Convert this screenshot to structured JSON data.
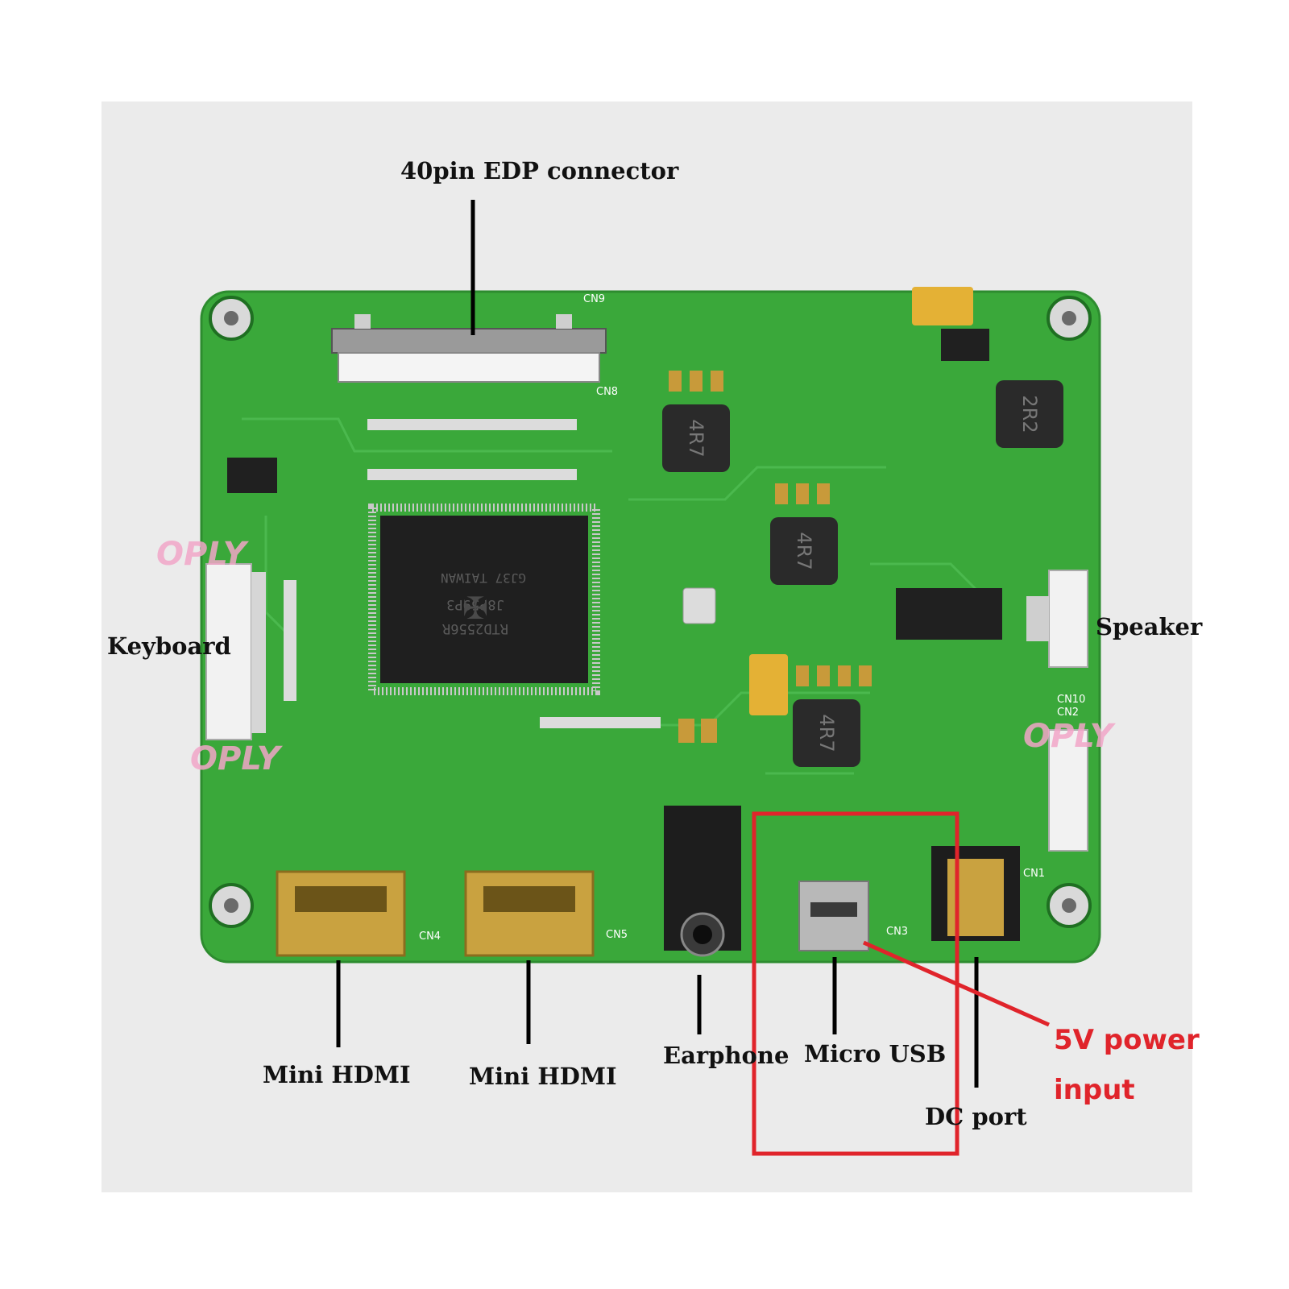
{
  "labels": {
    "edp_connector": "40pin EDP connector",
    "keyboard": "Keyboard",
    "speaker": "Speaker",
    "mini_hdmi_1": "Mini HDMI",
    "mini_hdmi_2": "Mini HDMI",
    "earphone": "Earphone",
    "micro_usb": "Micro USB",
    "power_line1": "5V power",
    "power_line2": "input",
    "dc_port": "DC port"
  },
  "watermark": "OPLY",
  "board_text": {
    "main_chip": [
      "RTD2556R",
      "J8P59P3",
      "GJ37 TAIWAN"
    ],
    "inductor": "4R7",
    "inductor_2": "2R2",
    "connectors": [
      "CN9",
      "CN8",
      "CN4",
      "CN5",
      "CN3",
      "CN1",
      "CN10",
      "CN2"
    ]
  },
  "colors": {
    "background": "#ffffff",
    "photo_backdrop": "#ebebeb",
    "pcb_green": "#3aa83a",
    "callout_text": "#111111",
    "highlight_red": "#e0242b",
    "watermark_pink": "#f2a6c8"
  }
}
